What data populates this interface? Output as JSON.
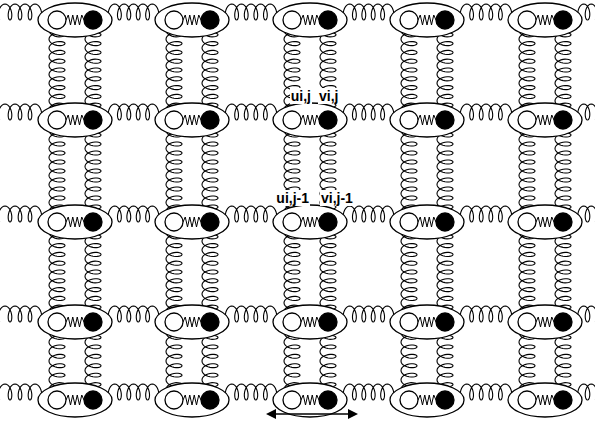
{
  "diagram": {
    "labels": [
      "ui,j",
      "vi,j",
      "ui,j-1",
      "vi,j-1"
    ]
  }
}
